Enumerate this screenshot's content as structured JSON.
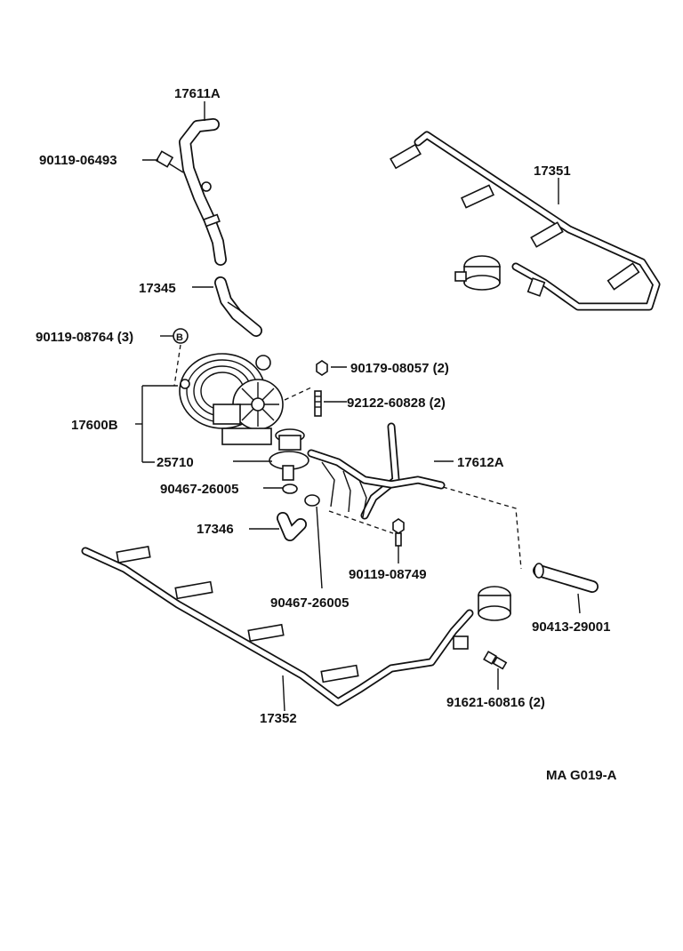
{
  "labels": {
    "p17611A": "17611A",
    "p90119_06493": "90119-06493",
    "p17345": "17345",
    "p90119_08764": "90119-08764 (3)",
    "p17600B": "17600B",
    "p25710": "25710",
    "p90467_26005_a": "90467-26005",
    "p17346": "17346",
    "p90467_26005_b": "90467-26005",
    "p90179_08057": "90179-08057 (2)",
    "p92122_60828": "92122-60828 (2)",
    "p17612A": "17612A",
    "p90119_08749": "90119-08749",
    "p17351": "17351",
    "p90413_29001": "90413-29001",
    "p17352": "17352",
    "p91621_60816": "91621-60816 (2)",
    "diagram_code": "MA G019-A",
    "washer_mark": "B"
  }
}
